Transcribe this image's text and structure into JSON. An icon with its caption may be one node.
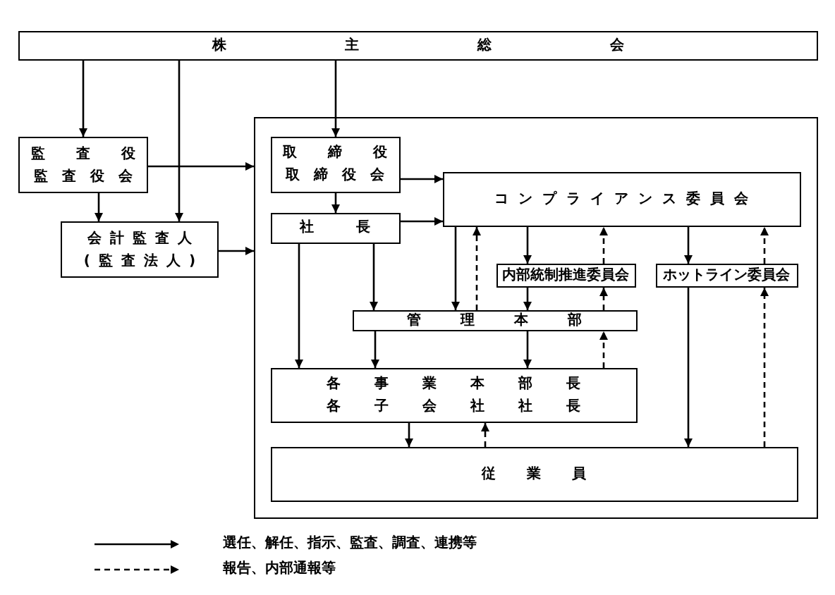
{
  "diagram": {
    "nodes": [
      {
        "text": [
          "株主総会"
        ]
      },
      {
        "text": [
          "監査役",
          "監査役会"
        ]
      },
      {
        "text": [
          "会計監査人",
          "(監査法人)"
        ]
      },
      {
        "text": [],
        "shape": "box"
      },
      {
        "text": [
          "取締役",
          "取締役会"
        ],
        "in": 3
      },
      {
        "text": [
          "社長"
        ],
        "in": 3
      },
      {
        "text": [
          "コンプライアンス委員会"
        ],
        "in": 3
      },
      {
        "text": [
          "内部統制推進委員会"
        ],
        "in": 3
      },
      {
        "text": [
          "ホットライン委員会"
        ],
        "in": 3
      },
      {
        "text": [
          "管理本部"
        ],
        "in": 3
      },
      {
        "text": [
          "各事業本部長",
          "各子会社社長"
        ],
        "in": 3
      },
      {
        "text": [
          "従業員"
        ],
        "in": 3
      }
    ],
    "edges": [
      {
        "from": 0,
        "to": 1,
        "arrow": "to"
      },
      {
        "from": 0,
        "to": 2,
        "arrow": "to"
      },
      {
        "from": 0,
        "to": 4,
        "arrow": "to"
      },
      {
        "from": 1,
        "to": 3,
        "arrow": "to"
      },
      {
        "from": 1,
        "to": 2,
        "arrow": "to"
      },
      {
        "from": 2,
        "to": 3,
        "arrow": "to"
      },
      {
        "from": 4,
        "to": 5,
        "arrow": "to"
      },
      {
        "from": 4,
        "to": 6,
        "arrow": "to"
      },
      {
        "from": 5,
        "to": 6,
        "arrow": "to"
      },
      {
        "from": 5,
        "to": 10,
        "arrow": "to"
      },
      {
        "from": 5,
        "to": 9,
        "arrow": "to"
      },
      {
        "from": 6,
        "to": 9,
        "arrow": "to"
      },
      {
        "from": 9,
        "to": 6,
        "arrow": "to",
        "style": "dashed"
      },
      {
        "from": 6,
        "to": 7,
        "arrow": "to"
      },
      {
        "from": 7,
        "to": 6,
        "arrow": "to",
        "style": "dashed"
      },
      {
        "from": 6,
        "to": 8,
        "arrow": "to"
      },
      {
        "from": 8,
        "to": 6,
        "arrow": "to",
        "style": "dashed"
      },
      {
        "from": 7,
        "to": 9,
        "arrow": "to"
      },
      {
        "from": 9,
        "to": 7,
        "arrow": "to",
        "style": "dashed"
      },
      {
        "from": 9,
        "to": 10,
        "arrow": "to"
      },
      {
        "from": 9,
        "to": 10,
        "arrow": "to"
      },
      {
        "from": 10,
        "to": 9,
        "arrow": "to",
        "style": "dashed"
      },
      {
        "from": 10,
        "to": 11,
        "arrow": "to"
      },
      {
        "from": 11,
        "to": 10,
        "arrow": "to",
        "style": "dashed"
      },
      {
        "from": 8,
        "to": 11,
        "arrow": "to"
      },
      {
        "from": 11,
        "to": 8,
        "arrow": "to",
        "style": "dashed"
      }
    ],
    "legend": [
      {
        "text": "選任、解任、指示、監査、調査、連携等"
      },
      {
        "text": "報告、内部通報等"
      }
    ]
  }
}
